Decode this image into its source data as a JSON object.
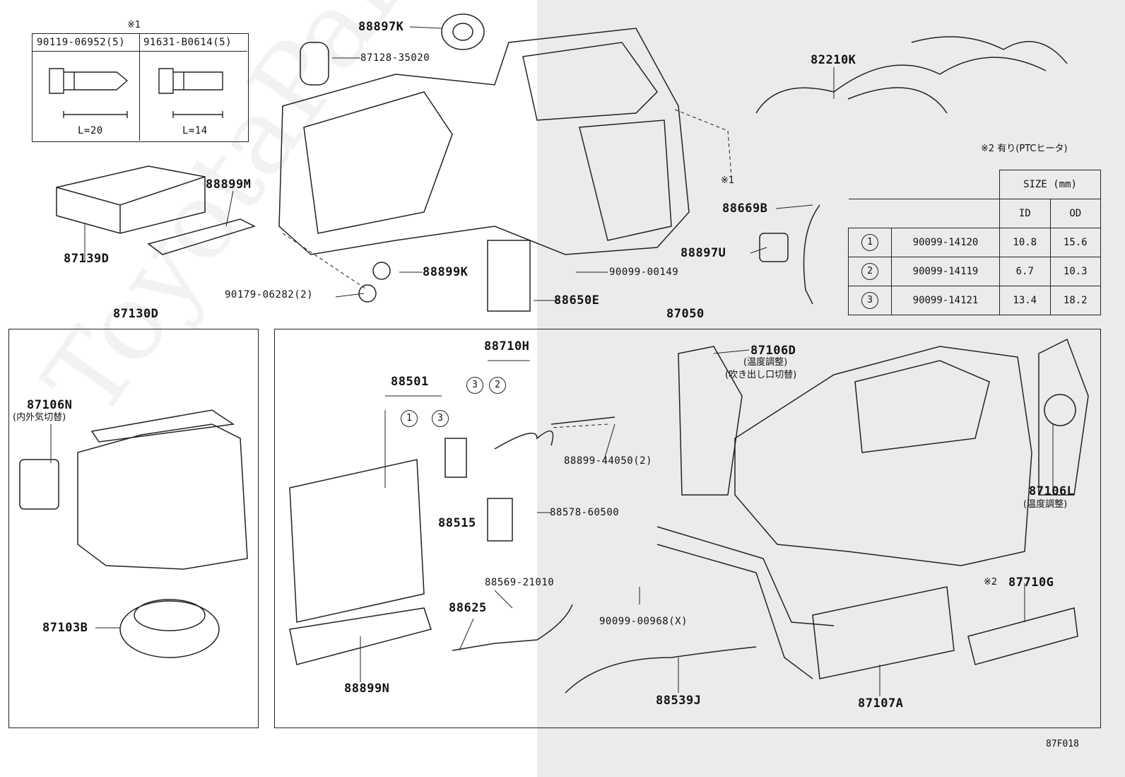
{
  "diagram_id": "87F018",
  "watermark": "ToyotaPartsDeal",
  "bolt_table": {
    "mark": "※1",
    "cols": [
      {
        "part": "90119-06952(5)",
        "length": "L=20"
      },
      {
        "part": "91631-B0614(5)",
        "length": "L=14"
      }
    ]
  },
  "size_table": {
    "note": "※2 有り(PTCヒータ)",
    "header": "SIZE (mm)",
    "id": "ID",
    "od": "OD",
    "rows": [
      {
        "no": "1",
        "part": "90099-14120",
        "id": "10.8",
        "od": "15.6"
      },
      {
        "no": "2",
        "part": "90099-14119",
        "id": "6.7",
        "od": "10.3"
      },
      {
        "no": "3",
        "part": "90099-14121",
        "id": "13.4",
        "od": "18.2"
      }
    ]
  },
  "groups": {
    "left": "87130D",
    "right": "87050"
  },
  "labels": {
    "p88897K": "88897K",
    "p87128": "87128-35020",
    "p82210K": "82210K",
    "p88899M": "88899M",
    "p87139D": "87139D",
    "mark1": "※1",
    "p88669B": "88669B",
    "p88897U": "88897U",
    "p88899K": "88899K",
    "p90099_00149": "90099-00149",
    "p90179": "90179-06282(2)",
    "p88650E": "88650E",
    "p87106N": "87106N",
    "p87106N_note": "(内外気切替)",
    "p87103B": "87103B",
    "p88710H": "88710H",
    "p88501": "88501",
    "p87106D": "87106D",
    "p87106D_note1": "(温度調整)",
    "p87106D_note2": "(吹き出し口切替)",
    "p88899_44050": "88899-44050(2)",
    "p88515": "88515",
    "p88578": "88578-60500",
    "p87106L": "87106L",
    "p87106L_note": "(温度調整)",
    "p88569": "88569-21010",
    "p88625": "88625",
    "p90099_00968": "90099-00968(X)",
    "mark2": "※2",
    "p87710G": "87710G",
    "p88899N": "88899N",
    "p88539J": "88539J",
    "p87107A": "87107A",
    "c1": "1",
    "c2": "2",
    "c3": "3"
  }
}
